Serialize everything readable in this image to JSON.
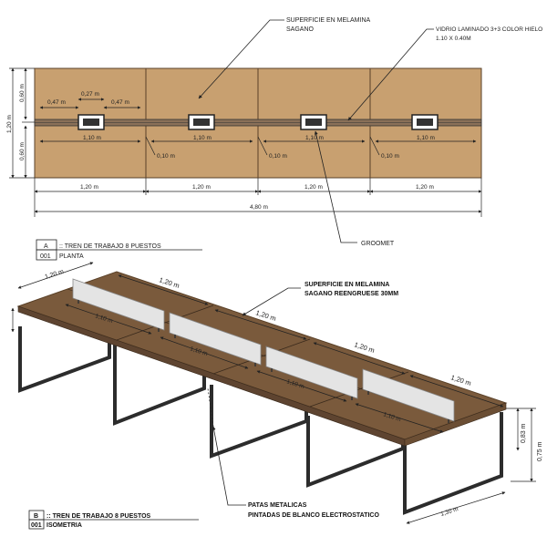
{
  "plan": {
    "notes": {
      "melamina": [
        "SUPERFICIE EN MELAMINA",
        "SAGANO"
      ],
      "vidrio": [
        "VIDRIO LAMINADO 3+3 COLOR HIELO",
        "1.10 X 0.40M"
      ],
      "groomet": "GROOMET"
    },
    "dims": {
      "d047": "0,47 m",
      "d027": "0,27 m",
      "d060": "0,60 m",
      "d120v": "1,20 m",
      "d110": "1,10 m",
      "d010": "0,10 m",
      "d120": "1,20 m",
      "d480": "4,80 m"
    },
    "title_block": {
      "letter": "A",
      "title": "::  TREN DE TRABAJO 8 PUESTOS",
      "code": "001",
      "subtitle": "PLANTA"
    }
  },
  "iso": {
    "notes": {
      "melamina": [
        "SUPERFICIE EN MELAMINA",
        "SAGANO REENGRUESE 30MM"
      ],
      "patas": [
        "PATAS METALICAS",
        "PINTADAS DE BLANCO ELECTROSTATICO"
      ]
    },
    "dims": {
      "d120": "1,20 m",
      "d120b": "1,20 m",
      "d075": "0,75 m",
      "d083": "0,83 m",
      "d110": "1,10 m",
      "d130": "1,30 m"
    },
    "title_block": {
      "letter": "B",
      "title": "::  TREN DE TRABAJO 8 PUESTOS",
      "code": "001",
      "subtitle": "ISOMETRIA"
    }
  },
  "colors": {
    "desk_plan": "#c8a070",
    "desk_iso": "#7a5a3c",
    "desk_edge": "#5a4128",
    "screen": "#e4e4e4",
    "leg": "#2c2c2c",
    "line": "#333333"
  }
}
